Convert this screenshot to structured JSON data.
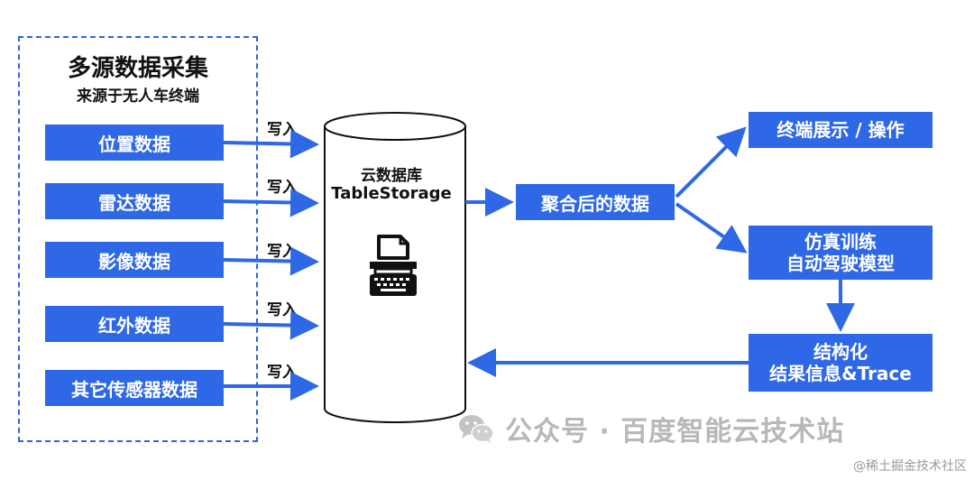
{
  "collection": {
    "title": "多源数据采集",
    "subtitle": "来源于无人车终端",
    "sources": [
      "位置数据",
      "雷达数据",
      "影像数据",
      "红外数据",
      "其它传感器数据"
    ],
    "write_label": "写入"
  },
  "database": {
    "line1": "云数据库",
    "line2": "TableStorage",
    "icon": "typewriter-icon"
  },
  "aggregate": {
    "label": "聚合后的数据"
  },
  "outputs": {
    "display": "终端展示 / 操作",
    "training_line1": "仿真训练",
    "training_line2": "自动驾驶模型",
    "result_line1": "结构化",
    "result_line2": "结果信息&Trace"
  },
  "watermark": {
    "text": "公众号 · 百度智能云技术站",
    "icon": "wechat-icon"
  },
  "credit": "@稀土掘金技术社区",
  "colors": {
    "accent": "#2e68e6",
    "border": "#2f64e0",
    "watermark": "#b8b8b8"
  }
}
